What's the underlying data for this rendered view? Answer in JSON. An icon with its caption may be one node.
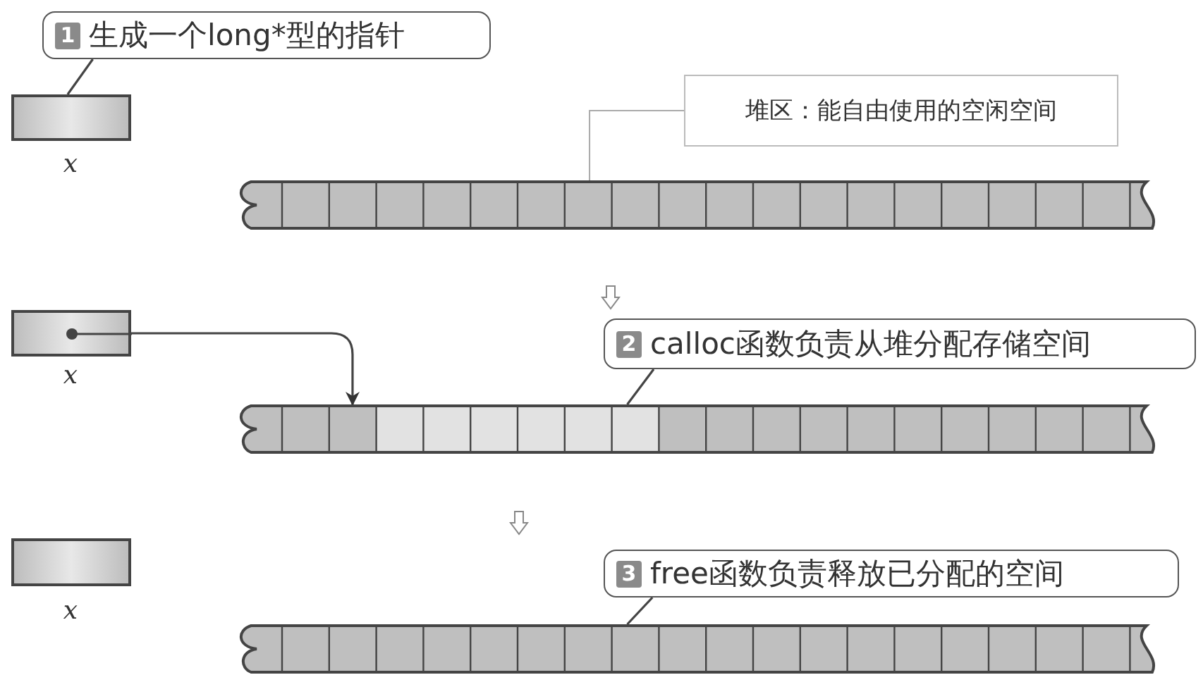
{
  "diagram": {
    "nodes": [
      {
        "text": [
          "1",
          "生成一个long*型的指针"
        ]
      },
      {
        "text": [],
        "shape": "box",
        "beside": [
          "x"
        ]
      },
      {
        "text": [],
        "shape": "bar"
      },
      {
        "text": [
          "堆区：能自由使用的空闲空间"
        ]
      },
      {
        "text": [],
        "shape": "box",
        "beside": [
          "x"
        ]
      },
      {
        "text": [],
        "shape": "bar"
      },
      {
        "text": [
          "2",
          "calloc函数负责从堆分配存储空间"
        ]
      },
      {
        "text": [],
        "shape": "box",
        "beside": [
          "x"
        ]
      },
      {
        "text": [],
        "shape": "bar"
      },
      {
        "text": [
          "3",
          "free函数负责释放已分配的空间"
        ]
      }
    ],
    "edges": [
      {
        "from": 0,
        "to": 1,
        "arrow": "none"
      },
      {
        "from": 3,
        "to": 2,
        "arrow": "none",
        "color": "#aaaaaa"
      },
      {
        "from": 4,
        "to": 5,
        "arrow": "to"
      },
      {
        "from": 6,
        "to": 5,
        "arrow": "none"
      },
      {
        "from": 9,
        "to": 8,
        "arrow": "none"
      }
    ]
  }
}
